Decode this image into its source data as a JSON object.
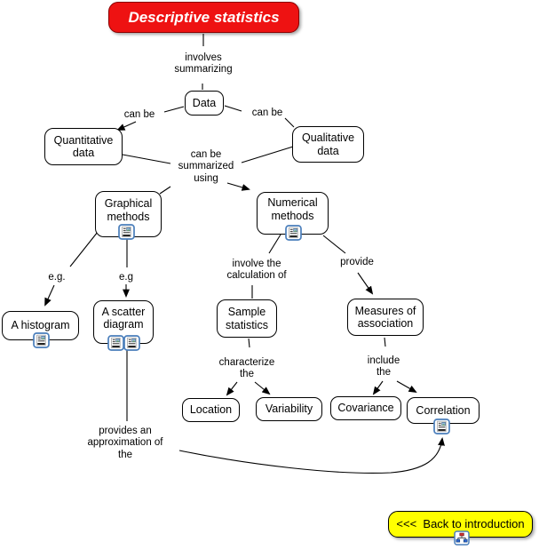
{
  "title": {
    "label": "Descriptive statistics"
  },
  "nodes": {
    "data": {
      "label": "Data"
    },
    "quantitative": {
      "label": "Quantitative\ndata"
    },
    "qualitative": {
      "label": "Qualitative\ndata"
    },
    "graphical": {
      "label": "Graphical\nmethods"
    },
    "numerical": {
      "label": "Numerical\nmethods"
    },
    "histogram": {
      "label": "A histogram"
    },
    "scatter": {
      "label": "A scatter\ndiagram"
    },
    "sample": {
      "label": "Sample\nstatistics"
    },
    "measures": {
      "label": "Measures of\nassociation"
    },
    "location": {
      "label": "Location"
    },
    "variability": {
      "label": "Variability"
    },
    "covariance": {
      "label": "Covariance"
    },
    "correlation": {
      "label": "Correlation"
    }
  },
  "links": {
    "involves": "involves\nsummarizing",
    "can_be_left": "can be",
    "can_be_right": "can be",
    "summarized": "can be\nsummarized\nusing",
    "eg_left": "e.g.",
    "eg_right": "e.g",
    "involve_calc": "involve the\ncalculation of",
    "provide": "provide",
    "characterize": "characterize\nthe",
    "include": "include\nthe",
    "approximation": "provides an\napproximation of\nthe"
  },
  "back_button": {
    "label": "<<<  Back to introduction"
  },
  "edges": [
    {
      "from": "Descriptive statistics",
      "label": "involves summarizing",
      "to": "Data"
    },
    {
      "from": "Data",
      "label": "can be",
      "to": "Quantitative data"
    },
    {
      "from": "Data",
      "label": "can be",
      "to": "Qualitative data"
    },
    {
      "from": "Quantitative data",
      "label": "can be summarized using",
      "to": "Graphical methods"
    },
    {
      "from": "Qualitative data",
      "label": "can be summarized using",
      "to": "Numerical methods"
    },
    {
      "from": "Graphical methods",
      "label": "e.g.",
      "to": "A histogram"
    },
    {
      "from": "Graphical methods",
      "label": "e.g",
      "to": "A scatter diagram"
    },
    {
      "from": "Numerical methods",
      "label": "involve the calculation of",
      "to": "Sample statistics"
    },
    {
      "from": "Numerical methods",
      "label": "provide",
      "to": "Measures of association"
    },
    {
      "from": "Sample statistics",
      "label": "characterize the",
      "to": "Location"
    },
    {
      "from": "Sample statistics",
      "label": "characterize the",
      "to": "Variability"
    },
    {
      "from": "Measures of association",
      "label": "include the",
      "to": "Covariance"
    },
    {
      "from": "Measures of association",
      "label": "include the",
      "to": "Correlation"
    },
    {
      "from": "A scatter diagram",
      "label": "provides an approximation of the",
      "to": "Correlation"
    }
  ],
  "icons": {
    "resource": "resource-document-icon",
    "back": "concept-map-icon"
  },
  "colors": {
    "title_bg": "#EE1212",
    "title_text": "#FFFFFF",
    "title_border": "#8B0000",
    "node_bg": "#FFFFFF",
    "node_border": "#000000",
    "connector": "#000000",
    "back_bg": "#FFFF00",
    "icon_border": "#4A7EBB"
  }
}
